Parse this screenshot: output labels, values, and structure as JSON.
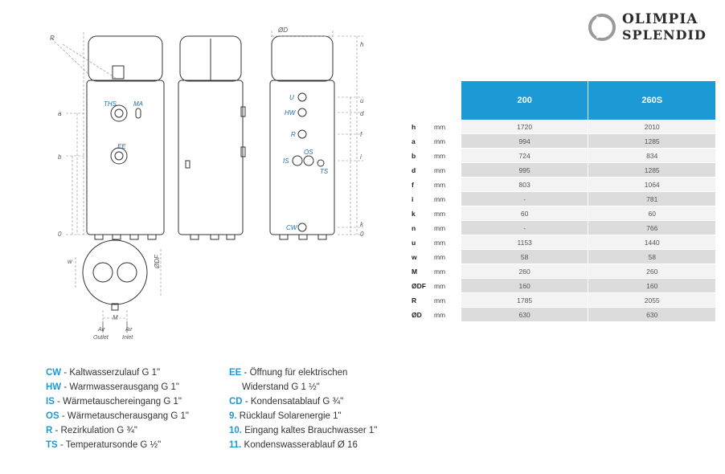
{
  "brand": {
    "line1": "OLIMPIA",
    "line2": "SPLENDID"
  },
  "drawing_labels": {
    "R": "R",
    "a": "a",
    "b": "b",
    "zero_left": "0",
    "THS": "THS",
    "MA": "MA",
    "EE": "EE",
    "OD": "ØD",
    "h": "h",
    "U": "U",
    "u": "u",
    "HW": "HW",
    "d": "d",
    "R_right": "R",
    "f": "f",
    "OS": "OS",
    "IS": "IS",
    "TS": "TS",
    "i": "i",
    "CW": "CW",
    "k": "k",
    "zero_right": "0",
    "w": "w",
    "ODF": "ØDF",
    "M": "M",
    "air_outlet_1": "Air",
    "air_outlet_2": "Outlet",
    "air_inlet_1": "Air",
    "air_inlet_2": "Inlet"
  },
  "table": {
    "columns": [
      "200",
      "260S"
    ],
    "rows": [
      {
        "sym": "h",
        "unit": "mm",
        "v1": "1720",
        "v2": "2010"
      },
      {
        "sym": "a",
        "unit": "mm",
        "v1": "994",
        "v2": "1285"
      },
      {
        "sym": "b",
        "unit": "mm",
        "v1": "724",
        "v2": "834"
      },
      {
        "sym": "d",
        "unit": "mm",
        "v1": "995",
        "v2": "1285"
      },
      {
        "sym": "f",
        "unit": "mm",
        "v1": "803",
        "v2": "1064"
      },
      {
        "sym": "i",
        "unit": "mm",
        "v1": "-",
        "v2": "781"
      },
      {
        "sym": "k",
        "unit": "mm",
        "v1": "60",
        "v2": "60"
      },
      {
        "sym": "n",
        "unit": "mm",
        "v1": "-",
        "v2": "766"
      },
      {
        "sym": "u",
        "unit": "mm",
        "v1": "1153",
        "v2": "1440"
      },
      {
        "sym": "w",
        "unit": "mm",
        "v1": "58",
        "v2": "58"
      },
      {
        "sym": "M",
        "unit": "mm",
        "v1": "260",
        "v2": "260"
      },
      {
        "sym": "ØDF",
        "unit": "mm",
        "v1": "160",
        "v2": "160"
      },
      {
        "sym": "R",
        "unit": "mm",
        "v1": "1785",
        "v2": "2055"
      },
      {
        "sym": "ØD",
        "unit": "mm",
        "v1": "630",
        "v2": "630"
      }
    ]
  },
  "legend_left": [
    {
      "code": "CW",
      "text": " - Kaltwasserzulauf G 1\""
    },
    {
      "code": "HW",
      "text": " - Warmwasserausgang G 1\""
    },
    {
      "code": "IS",
      "text": " - Wärmetauschereingang G 1\""
    },
    {
      "code": "OS",
      "text": " - Wärmetauscherausgang G 1\""
    },
    {
      "code": "R",
      "text": " - Rezirkulation G ¾\""
    },
    {
      "code": "TS",
      "text": " - Temperatursonde G ½\""
    }
  ],
  "legend_right": [
    {
      "code": "EE",
      "text": " - Öffnung für elektrischen"
    },
    {
      "code": "",
      "text": "Widerstand G 1 ½\""
    },
    {
      "code": "CD",
      "text": " - Kondensatablauf G ¾\""
    },
    {
      "code": "9.",
      "text": " Rücklauf Solarenergie 1\""
    },
    {
      "code": "10.",
      "text": " Eingang kaltes Brauchwasser 1\""
    },
    {
      "code": "11.",
      "text": " Kondenswasserablauf Ø 16"
    }
  ],
  "colors": {
    "accent": "#1c9ad6",
    "row_dark": "#dcdcdc",
    "row_light": "#f3f3f3"
  },
  "icons": {
    "logo": "olimpia-swirl-logo"
  }
}
